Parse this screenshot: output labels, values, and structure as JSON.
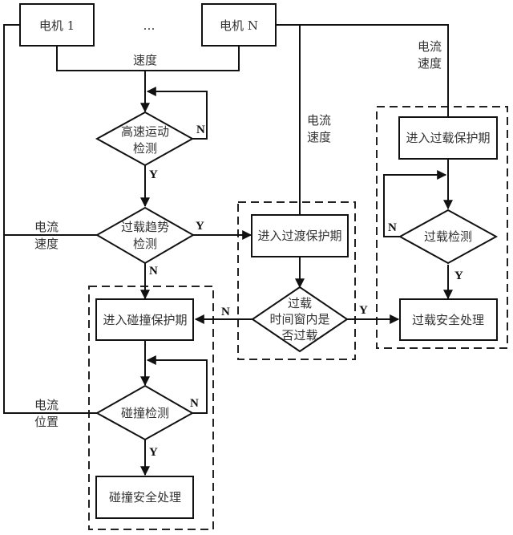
{
  "diagram": {
    "motors": {
      "motor_1": "电机 1",
      "ellipsis": "…",
      "motor_n": "电机 N"
    },
    "signals": {
      "speed": "速度",
      "current_speed_left_1": "电流",
      "current_speed_left_2": "速度",
      "current_position_1": "电流",
      "current_position_2": "位置",
      "current_speed_mid_1": "电流",
      "current_speed_mid_2": "速度",
      "current_speed_right_1": "电流",
      "current_speed_right_2": "速度"
    },
    "nodes": {
      "high_speed_detect_1": "高速运动",
      "high_speed_detect_2": "检测",
      "overload_trend_1": "过载趋势",
      "overload_trend_2": "检测",
      "enter_collision_protect": "进入碰撞保护期",
      "collision_detect": "碰撞检测",
      "collision_safety": "碰撞安全处理",
      "enter_transition_protect": "进入过渡保护期",
      "window_overload_1": "过载",
      "window_overload_2": "时间窗内是",
      "window_overload_3": "否过载",
      "enter_overload_protect": "进入过载保护期",
      "overload_detect": "过载检测",
      "overload_safety": "过载安全处理"
    },
    "branch_labels": {
      "yes": "Y",
      "no": "N"
    },
    "colors": {
      "stroke": "#111111",
      "text": "#333333",
      "background": "#ffffff"
    }
  }
}
